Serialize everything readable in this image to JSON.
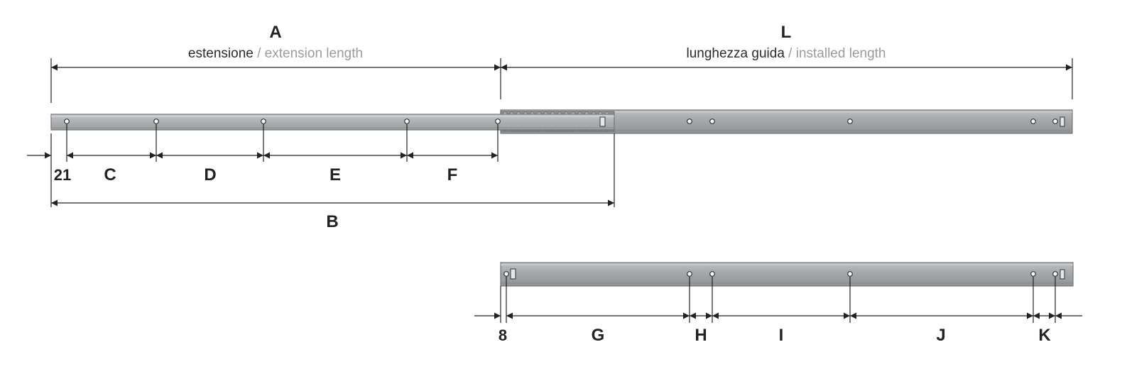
{
  "colors": {
    "line": "#222222",
    "rail_fill": "#a9adb0",
    "rail_edge": "#7d8184",
    "rail_highlight": "#c8cbcd",
    "caption_primary": "#2a2a2a",
    "caption_secondary": "#9a9a9a"
  },
  "top_labels": {
    "A": {
      "letter": "A",
      "italian": "estensione",
      "separator": " / ",
      "english": "extension length"
    },
    "L": {
      "letter": "L",
      "italian": "lunghezza guida",
      "separator": " / ",
      "english": "installed length"
    }
  },
  "upper_dimensions": {
    "offset": "21",
    "C": "C",
    "D": "D",
    "E": "E",
    "F": "F",
    "B": "B"
  },
  "lower_dimensions": {
    "offset": "8",
    "G": "G",
    "H": "H",
    "I": "I",
    "J": "J",
    "K": "K"
  }
}
